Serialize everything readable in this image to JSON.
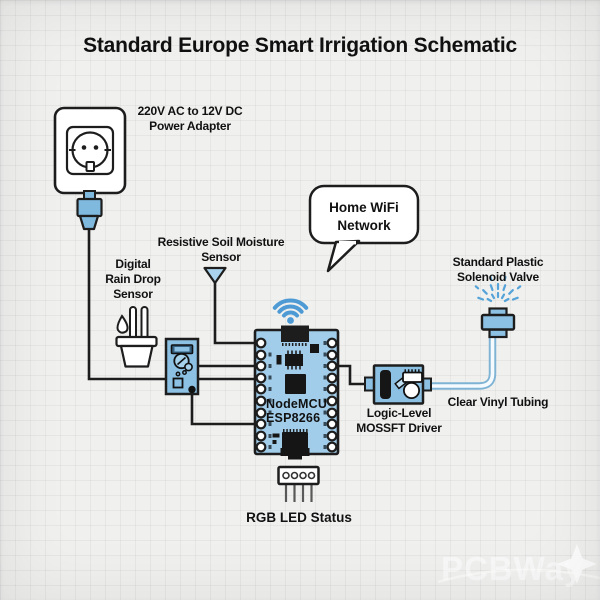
{
  "title": "Standard Europe Smart Irrigation Schematic",
  "palette": {
    "background": "#f0f0ef",
    "grid_line": "#e2e2e1",
    "outline_black": "#1d1d1d",
    "board_blue": "#a2cdea",
    "module_blue": "#8cc1e3",
    "plug_blue": "#7fb9de",
    "wifi_blue": "#4d9ad5",
    "spray_blue": "#55a3d8",
    "tube_blue": "#7fb3d4"
  },
  "labels": {
    "power_adapter": {
      "line1": "220V AC to 12V DC",
      "line2": "Power Adapter"
    },
    "rain_sensor": {
      "line1": "Digital",
      "line2": "Rain Drop",
      "line3": "Sensor"
    },
    "soil_sensor": {
      "line1": "Resistive Soil Moisture",
      "line2": "Sensor"
    },
    "wifi_bubble": {
      "line1": "Home WiFi",
      "line2": "Network"
    },
    "board": {
      "line1": "NodeMCU",
      "line2": "ESP8266"
    },
    "driver": {
      "line1": "Logic-Level",
      "line2": "MOSSFT Driver"
    },
    "valve": {
      "line1": "Standard Plastic",
      "line2": "Solenoid Valve"
    },
    "tubing": "Clear Vinyl Tubing",
    "rgb_led": "RGB LED Status"
  },
  "icons": [
    "eu-wall-socket-icon",
    "power-plug-icon",
    "rain-drop-pot-icon",
    "soil-probe-icon",
    "wifi-icon",
    "speech-bubble",
    "nodemcu-board-icon",
    "mosfet-driver-icon",
    "solenoid-sprinkler-icon",
    "rgb-led-header-icon",
    "watermark-star-icon"
  ],
  "watermark": "PCBWay"
}
